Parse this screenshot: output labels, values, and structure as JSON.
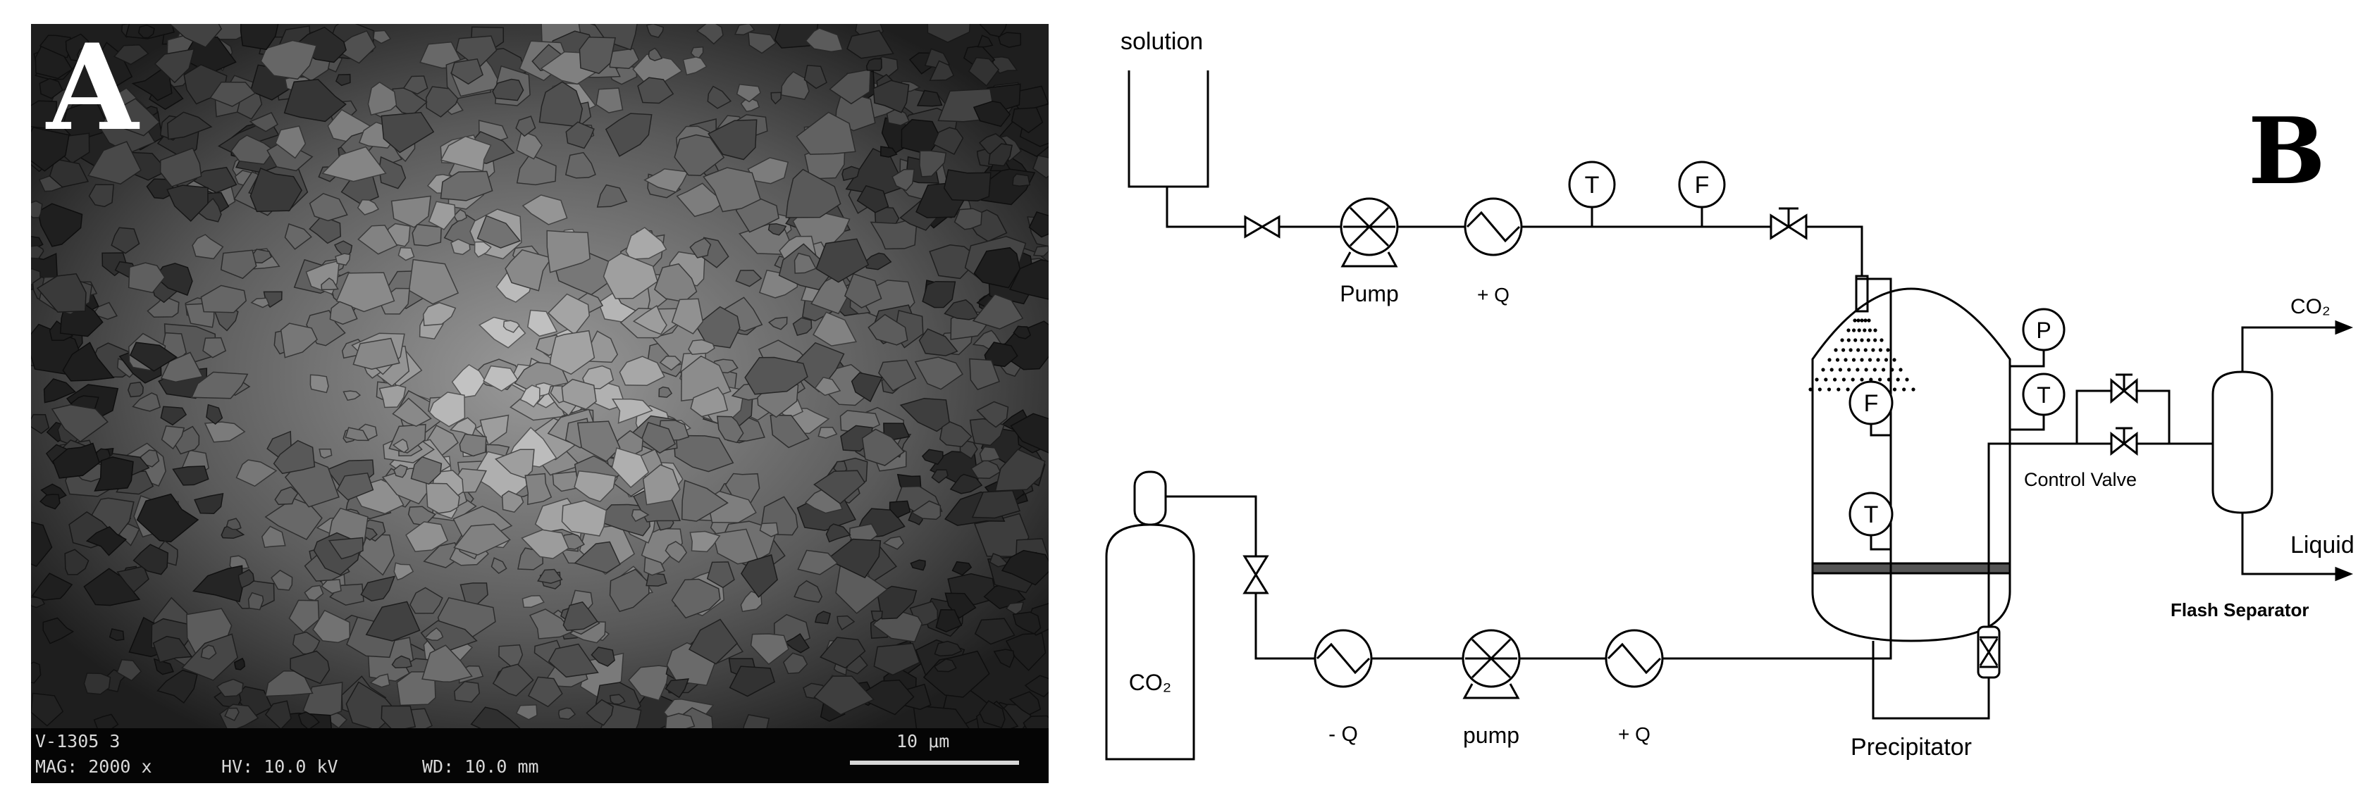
{
  "panel_a": {
    "letter": "A",
    "sample_id": "V-1305 3",
    "magnification": "MAG: 2000 x",
    "voltage": "HV: 10.0 kV",
    "working_distance": "WD: 10.0 mm",
    "scale_bar": "10 μm"
  },
  "panel_b": {
    "letter": "B",
    "solution": "solution",
    "pump_top": "Pump",
    "heater_top": "+ Q",
    "t_top": "T",
    "f_top": "F",
    "f_mid": "F",
    "t_mid": "T",
    "p_vessel": "P",
    "t_vessel": "T",
    "co2_cylinder": "CO₂",
    "cooler": "- Q",
    "pump_bottom": "pump",
    "heater_bottom": "+ Q",
    "precipitator": "Precipitator",
    "control_valve": "Control Valve",
    "co2_out": "CO₂",
    "liquid": "Liquid",
    "flash_separator": "Flash Separator"
  }
}
